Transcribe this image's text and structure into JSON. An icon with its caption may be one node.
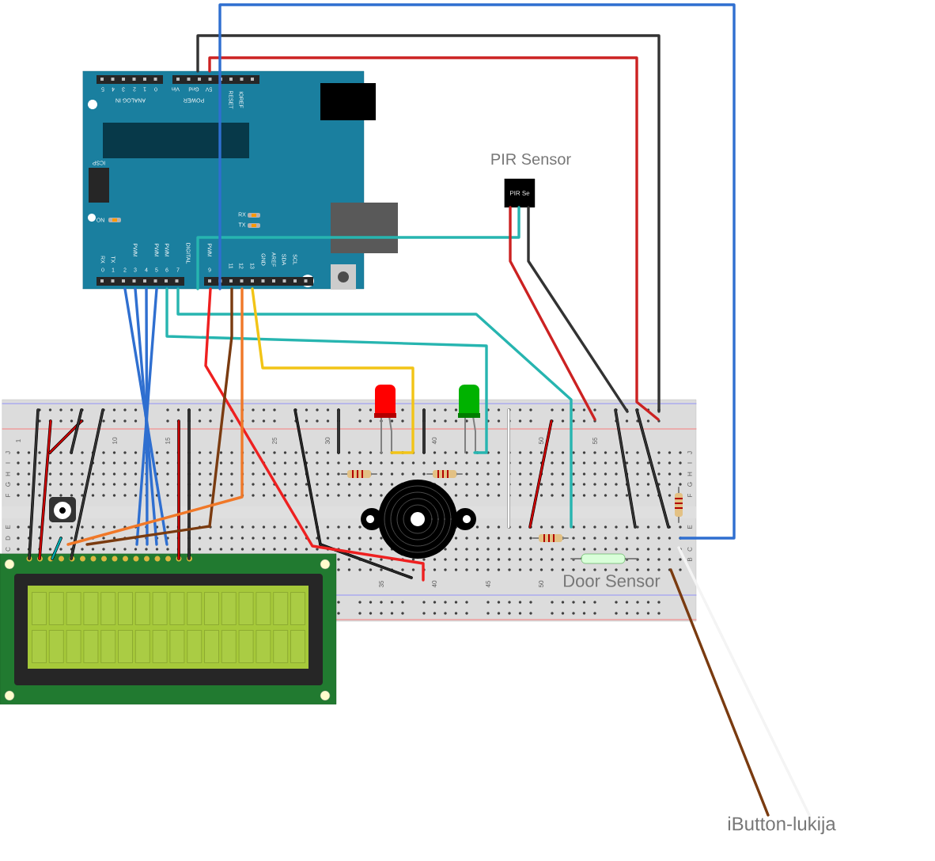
{
  "diagram": {
    "nodes": [
      {
        "text": [],
        "shape": "picture"
      },
      {
        "text": [
          "PIR Se"
        ],
        "beside": [
          "PIR Sensor"
        ]
      },
      {
        "text": [],
        "shape": "picture"
      },
      {
        "text": [
          "iButton-lukija"
        ]
      }
    ],
    "edges": [
      {
        "from": 0,
        "to": 1,
        "arrow": "none",
        "color": "#27b5b0"
      },
      {
        "from": 1,
        "to": 2,
        "arrow": "none",
        "color": "#cc2222"
      },
      {
        "from": 1,
        "to": 2,
        "arrow": "none",
        "color": "#333333"
      },
      {
        "from": 0,
        "to": 2,
        "arrow": "none",
        "color": "#cc2222"
      },
      {
        "from": 0,
        "to": 2,
        "arrow": "none",
        "color": "#333333"
      },
      {
        "from": 0,
        "to": 2,
        "arrow": "none",
        "color": "#2f6fd0"
      },
      {
        "from": 0,
        "to": 2,
        "arrow": "none",
        "color": "#2f6fd0"
      },
      {
        "from": 0,
        "to": 2,
        "arrow": "none",
        "color": "#2f6fd0"
      },
      {
        "from": 0,
        "to": 2,
        "arrow": "none",
        "color": "#2f6fd0"
      },
      {
        "from": 0,
        "to": 2,
        "arrow": "none",
        "color": "#2f6fd0"
      },
      {
        "from": 0,
        "to": 2,
        "arrow": "none",
        "color": "#27b5b0"
      },
      {
        "from": 0,
        "to": 2,
        "arrow": "none",
        "color": "#27b5b0"
      },
      {
        "from": 0,
        "to": 2,
        "arrow": "none",
        "color": "#ee2020"
      },
      {
        "from": 0,
        "to": 2,
        "arrow": "none",
        "color": "#7a3b10"
      },
      {
        "from": 0,
        "to": 2,
        "arrow": "none",
        "color": "#f07828"
      },
      {
        "from": 0,
        "to": 2,
        "arrow": "none",
        "color": "#f2c416"
      },
      {
        "from": 2,
        "to": 3,
        "arrow": "none",
        "color": "#7a3b10"
      },
      {
        "from": 2,
        "to": 3,
        "arrow": "none",
        "color": "#f4f4f4"
      }
    ],
    "labels": [
      "5",
      "4",
      "3",
      "2",
      "1",
      "0",
      "ANALOG IN",
      "Vin",
      "Gnd",
      "5V",
      "POWER",
      "RESET",
      "IOREF",
      "ICSP",
      "ON",
      "RX",
      "TX",
      "RX",
      "TX",
      "PWM",
      "PWM",
      "PWM",
      "DIGITAL",
      "PWM",
      "GND",
      "AREF",
      "SDA",
      "SCL",
      "0",
      "1",
      "2",
      "3",
      "4",
      "5",
      "6",
      "7",
      "9",
      "11",
      "12",
      "13",
      "1",
      "10",
      "15",
      "25",
      "30",
      "40",
      "50",
      "55",
      "J",
      "I",
      "H",
      "G",
      "F",
      "E",
      "D",
      "C",
      "J",
      "I",
      "H",
      "G",
      "F",
      "E",
      "C",
      "B",
      "35",
      "40",
      "45",
      "50",
      "Door Sensor"
    ]
  }
}
